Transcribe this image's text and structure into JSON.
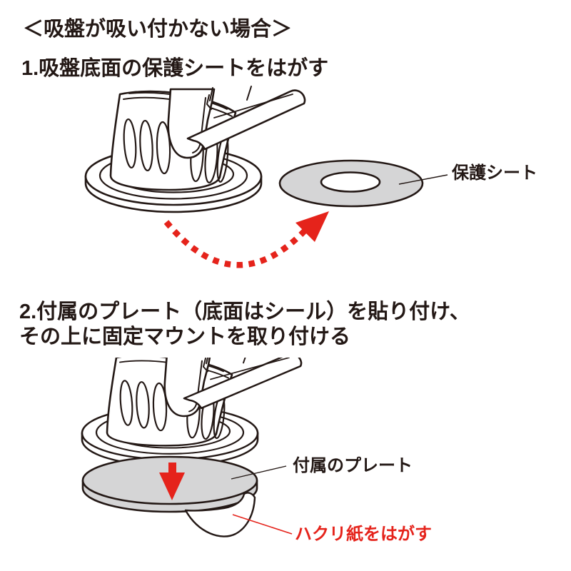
{
  "page": {
    "background": "#ffffff",
    "kind": "instruction-manual-diagram"
  },
  "colors": {
    "line": "#231815",
    "text": "#231815",
    "red": "#e5231b",
    "gray_fill": "#d5d5d6",
    "white": "#ffffff"
  },
  "title": "＜吸盤が吸い付かない場合＞",
  "step1": {
    "text": "1.吸盤底面の保護シートをはがす"
  },
  "step2": {
    "line1": "2.付属のプレート（底面はシール）を貼り付け、",
    "line2": "その上に固定マウントを取り付ける"
  },
  "figure1": {
    "illustration": "suction-cup-mount-line-art",
    "arrow": "red-dotted-curved-arrow",
    "label_protective_sheet": "保護シート"
  },
  "figure2": {
    "illustration": "suction-cup-mount-line-art",
    "arrow": "red-down-arrow",
    "label_plate": "付属のプレート",
    "label_release_paper": "ハクリ紙をはがす"
  }
}
